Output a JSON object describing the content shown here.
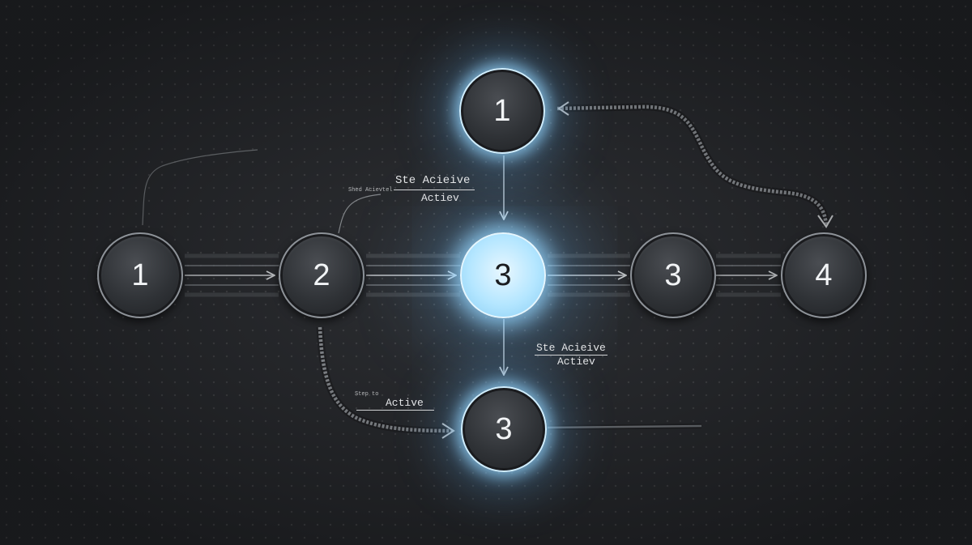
{
  "nodes": {
    "row_1": "1",
    "row_2": "2",
    "row_3_active": "3",
    "row_3": "3",
    "row_4": "4",
    "top_1": "1",
    "bottom_3": "3"
  },
  "labels": {
    "top": {
      "title": "Ste Acieive",
      "subtitle": "Actiev",
      "tiny": "Shed Acievtel"
    },
    "right": {
      "title": "Ste Acieive",
      "subtitle": "Actiev"
    },
    "bottom": {
      "small": "Step to",
      "main": "Active"
    }
  },
  "colors": {
    "background": "#25272b",
    "node_fill": "#2f3236",
    "node_border": "#8d9298",
    "active_fill": "#b4e6ff",
    "glow": "#96d7ff",
    "text": "#f2f4f6",
    "connector": "#6e7276"
  }
}
